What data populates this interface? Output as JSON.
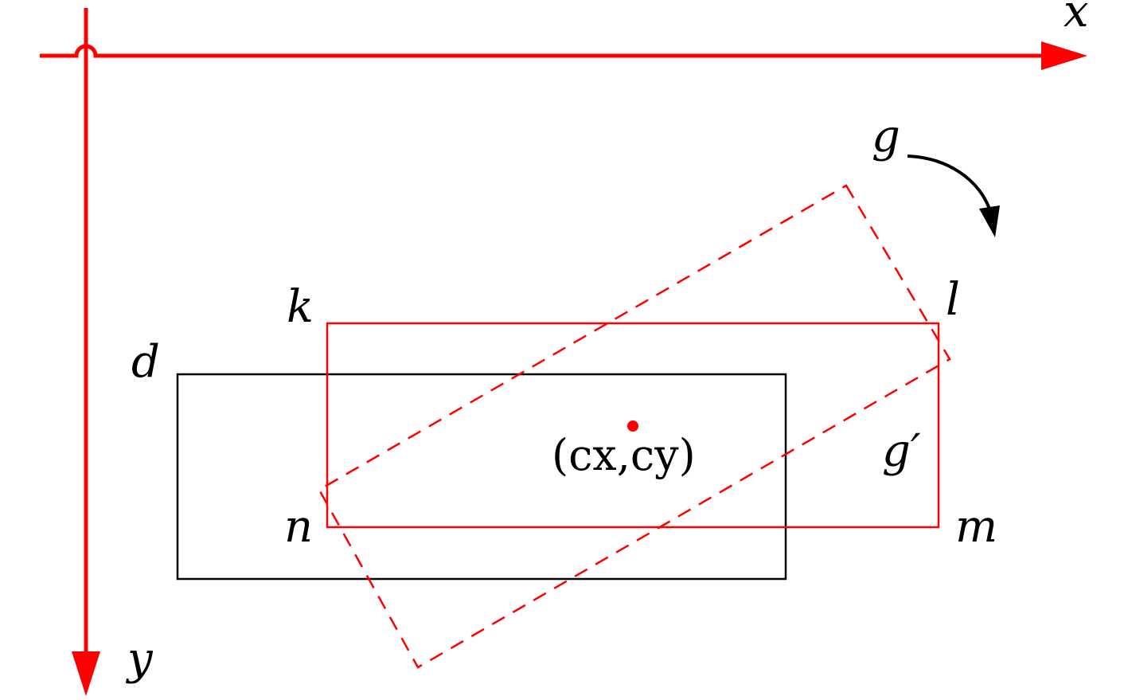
{
  "colors": {
    "axis": "#ff0000",
    "red_box": "#ff0000",
    "black_box": "#000000",
    "arrow": "#000000",
    "center_dot": "#ff0000"
  },
  "labels": {
    "x_axis": "x",
    "y_axis": "y",
    "corner_d": "d",
    "corner_k": "k",
    "corner_l": "l",
    "corner_m": "m",
    "corner_n": "n",
    "rotated_box": "g",
    "target_box": "g′",
    "center": "(cx,cy)"
  }
}
